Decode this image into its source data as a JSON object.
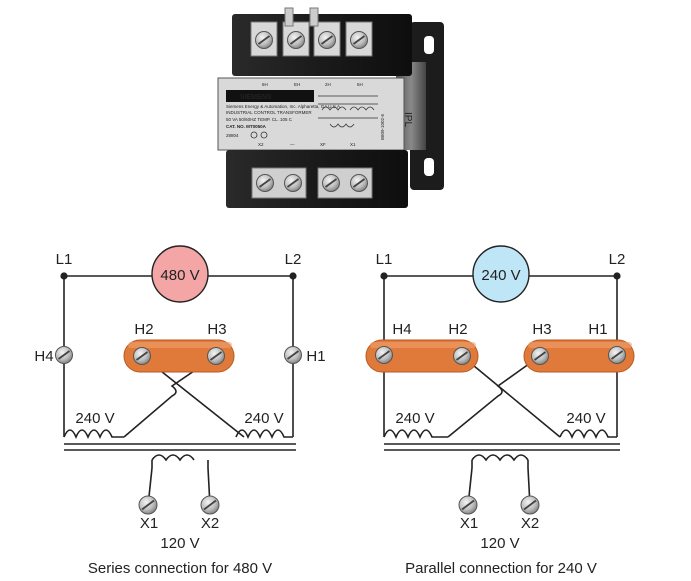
{
  "photo": {
    "top_terminal_labels": [
      "6H",
      "ЕН",
      "2H",
      "5H"
    ],
    "brand": "SIEMENS",
    "maker_line": "Siemens Energy & Automation, Inc. Alpharetta, GA U.S.A.",
    "product": "INDUSTRIAL CONTROL TRANSFORMER",
    "rating": "50 VA  50/60HZ  TEMP. CL. 105 C",
    "cat_no": "CAT. NO. MT0050A",
    "code": "28804",
    "bottom_terminal_labels": [
      "X2",
      "—",
      "XF",
      "X1"
    ],
    "side_code": "B609-1002-6",
    "tab_text": "IPL"
  },
  "series": {
    "line_left": "L1",
    "line_right": "L2",
    "meter": "480 V",
    "meter_color": "#f4a6a6",
    "h_outer_left": "H4",
    "h_inner_left": "H2",
    "h_inner_right": "H3",
    "h_outer_right": "H1",
    "coil_left": "240 V",
    "coil_right": "240 V",
    "x_left": "X1",
    "x_right": "X2",
    "secondary": "120 V",
    "caption": "Series connection for 480 V"
  },
  "parallel": {
    "line_left": "L1",
    "line_right": "L2",
    "meter": "240 V",
    "meter_color": "#bfe6f7",
    "h_left_1": "H4",
    "h_left_2": "H2",
    "h_right_1": "H3",
    "h_right_2": "H1",
    "coil_left": "240 V",
    "coil_right": "240 V",
    "x_left": "X1",
    "x_right": "X2",
    "secondary": "120 V",
    "caption": "Parallel connection for 240 V"
  },
  "colors": {
    "jumper": "#e07a3a",
    "jumper_edge": "#c05a20",
    "wire": "#222222"
  }
}
